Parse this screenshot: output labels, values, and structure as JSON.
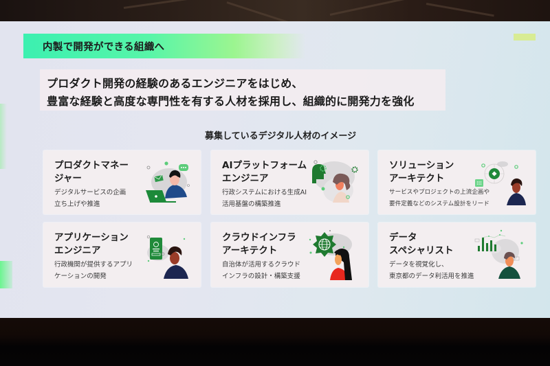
{
  "slide": {
    "title": "内製で開発ができる組織へ",
    "lead": {
      "line1": "プロダクト開発の経験のあるエンジニアをはじめ、",
      "line2": "豊富な経験と高度な専門性を有する人材を採用し、組織的に開発力を強化"
    },
    "section_heading": "募集しているデジタル人材のイメージ",
    "cards": [
      {
        "title_line1": "プロダクトマネー",
        "title_line2": "ジャー",
        "desc_line1": "デジタルサービスの企画",
        "desc_line2": "立ち上げや推進",
        "icon": "person-laptop-icon"
      },
      {
        "title_line1": "AIプラットフォーム",
        "title_line2": "エンジニア",
        "desc_line1": "行政システムにおける生成AI",
        "desc_line2": "活用基盤の構築推進",
        "icon": "ai-head-gears-icon"
      },
      {
        "title_line1": "ソリューション",
        "title_line2": "アーキテクト",
        "desc_line1": "サービスやプロジェクトの上流企画や",
        "desc_line2": "要件定義などのシステム設計をリード",
        "icon": "architect-network-icon"
      },
      {
        "title_line1": "アプリケーション",
        "title_line2": "エンジニア",
        "desc_line1": "行政機関が提供するアプリ",
        "desc_line2": "ケーションの開発",
        "icon": "person-smartphone-icon"
      },
      {
        "title_line1": "クラウドインフラ",
        "title_line2": "アーキテクト",
        "desc_line1": "自治体が活用するクラウド",
        "desc_line2": "インフラの設計・構築支援",
        "icon": "globe-gear-icon"
      },
      {
        "title_line1": "データ",
        "title_line2": "スペシャリスト",
        "desc_line1": "データを視覚化し、",
        "desc_line2": "東京都のデータ利活用を推進",
        "icon": "bar-chart-person-icon"
      }
    ]
  },
  "colors": {
    "accent_green": "#1f8a3a",
    "title_bar_start": "#3cf0b0",
    "title_bar_end": "#9cf590",
    "card_bg": "#f3eef0",
    "navy": "#1e2d5a"
  }
}
